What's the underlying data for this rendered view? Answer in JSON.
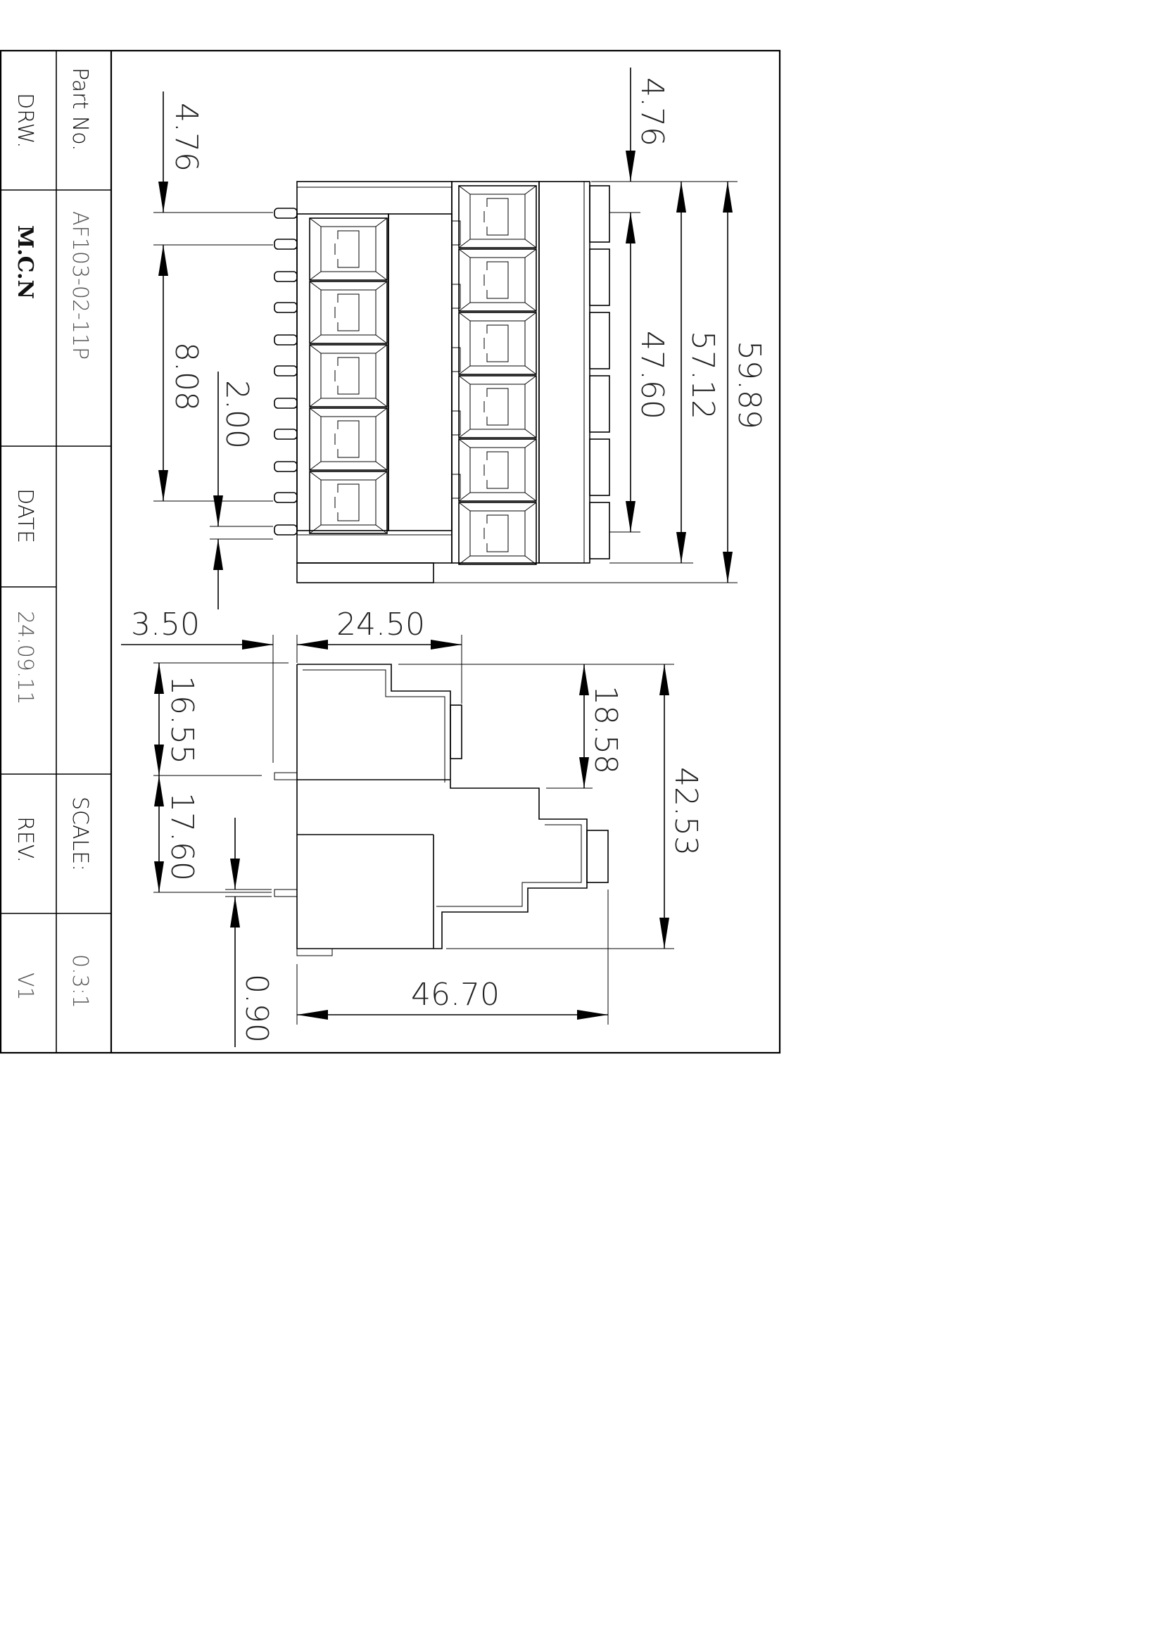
{
  "title_block": {
    "part_no_label": "Part No.",
    "part_no_value": "AF103-02-11P",
    "drw_label": "DRW.",
    "drw_value": "M.C.N",
    "date_label": "DATE",
    "date_value": "24.09.11",
    "rev_label": "REV.",
    "rev_value": "V1",
    "scale_label": "SCALE:",
    "scale_value": "0.3:1"
  },
  "top_view": {
    "dim_pitch_top_left": "4.76",
    "dim_pitch_top_right": "4.76",
    "dim_span_8_08": "8.08",
    "dim_pin_2_00": "2.00",
    "dim_inner_47_60": "47.60",
    "dim_body_57_12": "57.12",
    "dim_overall_59_89": "59.89"
  },
  "side_view": {
    "dim_offset_3_50": "3.50",
    "dim_depth_24_50": "24.50",
    "dim_upper_16_55": "16.55",
    "dim_lower_17_60": "17.60",
    "dim_step_18_58": "18.58",
    "dim_height_42_53": "42.53",
    "dim_pin_0_90": "0.90",
    "dim_length_46_70": "46.70"
  }
}
